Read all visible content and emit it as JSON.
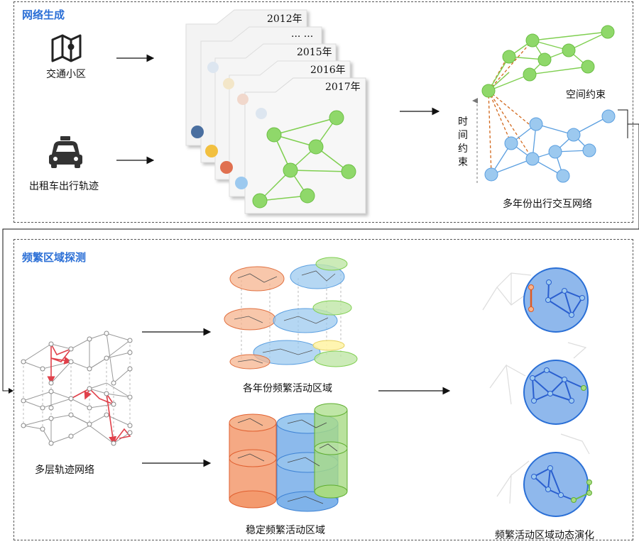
{
  "sections": {
    "top": {
      "title": "网络生成"
    },
    "bottom": {
      "title": "频繁区域探测"
    }
  },
  "inputs": {
    "zone": "交通小区",
    "taxi": "出租车出行轨迹"
  },
  "years": [
    "2012年",
    "... ...",
    "2015年",
    "2016年",
    "2017年"
  ],
  "network": {
    "spatial": "空间约束",
    "temporal": "时间约束",
    "caption": "多年份出行交互网络"
  },
  "bottom_labels": {
    "multilayer": "多层轨迹网络",
    "yearly": "各年份频繁活动区域",
    "stable": "稳定频繁活动区域",
    "evolution": "频繁活动区域动态演化"
  },
  "colors": {
    "green": "#8fd86a",
    "blue": "#9cc9ef",
    "orange": "#f08a5a",
    "accent_title": "#2b6fd6"
  }
}
